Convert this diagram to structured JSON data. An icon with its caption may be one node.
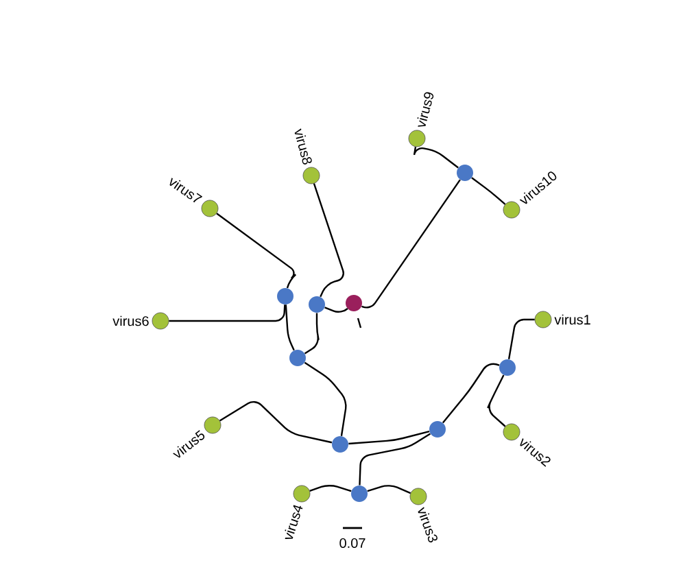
{
  "diagram": {
    "nodes": [
      {
        "text": [],
        "shape": "circle",
        "beside": [
          "virus1"
        ]
      },
      {
        "text": [],
        "shape": "circle",
        "beside": [
          "virus2"
        ]
      },
      {
        "text": [],
        "shape": "circle",
        "beside": [
          "virus3"
        ]
      },
      {
        "text": [],
        "shape": "circle",
        "beside": [
          "virus4"
        ]
      },
      {
        "text": [],
        "shape": "circle",
        "beside": [
          "virus5"
        ]
      },
      {
        "text": [],
        "shape": "circle",
        "beside": [
          "virus6"
        ]
      },
      {
        "text": [],
        "shape": "circle",
        "beside": [
          "virus7"
        ]
      },
      {
        "text": [],
        "shape": "circle",
        "beside": [
          "virus8"
        ]
      },
      {
        "text": [],
        "shape": "circle",
        "beside": [
          "virus9"
        ]
      },
      {
        "text": [],
        "shape": "circle",
        "beside": [
          "virus10"
        ]
      },
      {
        "text": [],
        "shape": "circle"
      },
      {
        "text": [],
        "shape": "circle"
      },
      {
        "text": [],
        "shape": "circle"
      },
      {
        "text": [],
        "shape": "circle"
      },
      {
        "text": [],
        "shape": "circle"
      },
      {
        "text": [],
        "shape": "circle"
      },
      {
        "text": [],
        "shape": "circle"
      },
      {
        "text": [],
        "shape": "circle"
      },
      {
        "text": [],
        "shape": "circle"
      }
    ],
    "edges": [
      {
        "from": 14,
        "to": 17,
        "arrow": "none"
      },
      {
        "from": 17,
        "to": 8,
        "arrow": "none"
      },
      {
        "from": 17,
        "to": 9,
        "arrow": "none"
      },
      {
        "from": 14,
        "to": 12,
        "arrow": "none"
      },
      {
        "from": 12,
        "to": 7,
        "arrow": "none"
      },
      {
        "from": 12,
        "to": 11,
        "arrow": "none"
      },
      {
        "from": 10,
        "to": 6,
        "arrow": "none"
      },
      {
        "from": 10,
        "to": 5,
        "arrow": "none"
      },
      {
        "from": 11,
        "to": 10,
        "arrow": "none"
      },
      {
        "from": 13,
        "to": 11,
        "arrow": "none"
      },
      {
        "from": 13,
        "to": 4,
        "arrow": "none"
      },
      {
        "from": 16,
        "to": 15,
        "arrow": "none"
      },
      {
        "from": 13,
        "to": 16,
        "arrow": "none"
      },
      {
        "from": 16,
        "to": 18,
        "arrow": "none"
      },
      {
        "from": 18,
        "to": 0,
        "arrow": "none"
      },
      {
        "from": 18,
        "to": 1,
        "arrow": "none"
      },
      {
        "from": 15,
        "to": 3,
        "arrow": "none"
      },
      {
        "from": 15,
        "to": 2,
        "arrow": "none"
      }
    ],
    "labels": [
      "0.07"
    ]
  }
}
